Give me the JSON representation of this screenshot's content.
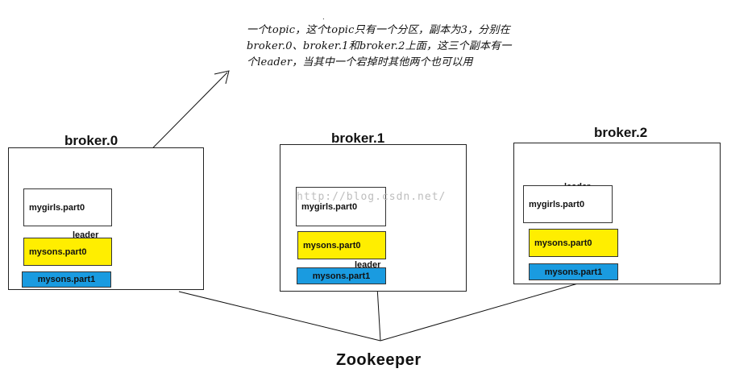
{
  "note": {
    "dot": ".",
    "text": "一个topic，这个topic只有一个分区，副本为3，分别在broker.0、broker.1和broker.2上面，这三个副本有一个leader，当其中一个宕掉时其他两个也可以用"
  },
  "brokers": [
    {
      "title": "broker.0",
      "partitions": [
        "mygirls.part0",
        "mysons.part0",
        "mysons.part1"
      ],
      "leader_label": "leader"
    },
    {
      "title": "broker.1",
      "partitions": [
        "mygirls.part0",
        "mysons.part0",
        "mysons.part1"
      ],
      "leader_label": "leader"
    },
    {
      "title": "broker.2",
      "partitions": [
        "mygirls.part0",
        "mysons.part0",
        "mysons.part1"
      ],
      "leader_label": "leader"
    }
  ],
  "zookeeper_label": "Zookeeper",
  "watermark": "http://blog.csdn.net/",
  "colors": {
    "yellow_partition": "#ffee00",
    "blue_partition": "#1a9be0",
    "border": "#222222"
  }
}
